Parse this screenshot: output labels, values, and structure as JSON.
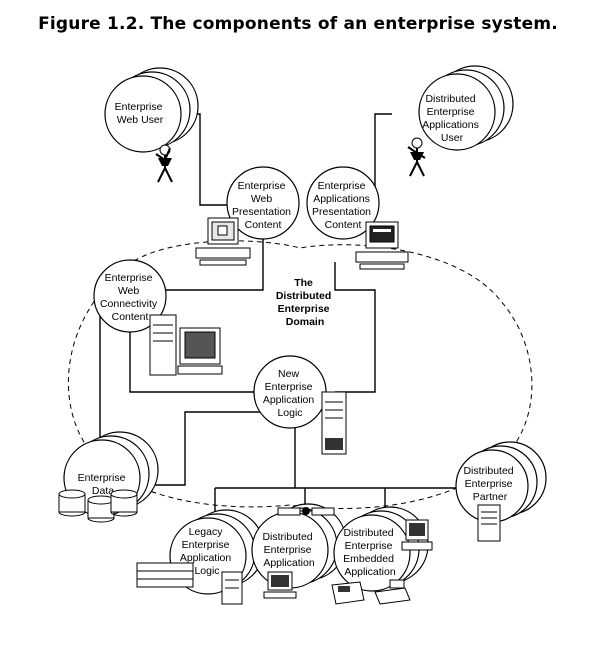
{
  "figure": {
    "title": "Figure 1.2. The components of an enterprise system."
  },
  "domain_label": [
    "The",
    "Distributed",
    "Enterprise",
    "Domain"
  ],
  "nodes": {
    "web_user": [
      "Enterprise",
      "Web User"
    ],
    "dist_app_user": [
      "Distributed",
      "Enterprise",
      "Applications",
      "User"
    ],
    "web_presentation": [
      "Enterprise",
      "Web",
      "Presentation",
      "Content"
    ],
    "app_presentation": [
      "Enterprise",
      "Applications",
      "Presentation",
      "Content"
    ],
    "web_connectivity": [
      "Enterprise",
      "Web",
      "Connectivity",
      "Content"
    ],
    "new_app_logic": [
      "New",
      "Enterprise",
      "Application",
      "Logic"
    ],
    "enterprise_data": [
      "Enterprise",
      "Data"
    ],
    "partner": [
      "Distributed",
      "Enterprise",
      "Partner"
    ],
    "legacy": [
      "Legacy",
      "Enterprise",
      "Application",
      "Logic"
    ],
    "dist_app": [
      "Distributed",
      "Enterprise",
      "Application"
    ],
    "embedded": [
      "Distributed",
      "Enterprise",
      "Embedded",
      "Application"
    ]
  },
  "icons": [
    "user-figure-icon",
    "workstation-icon",
    "server-tower-icon",
    "database-icon",
    "satellite-icon",
    "fax-machine-icon",
    "printer-icon",
    "mainframe-icon",
    "desktop-computer-icon"
  ]
}
